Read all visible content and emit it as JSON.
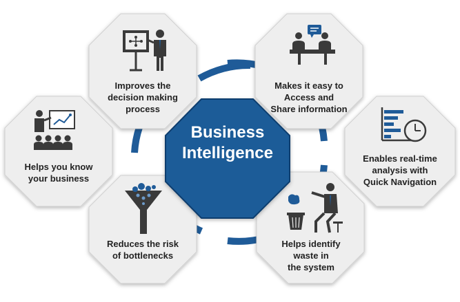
{
  "center": {
    "lines": [
      "Business",
      "Intelligence"
    ],
    "fill": "#1f5b98",
    "ring_color": "#1f5b98"
  },
  "nodes": [
    {
      "id": "decision",
      "lines": [
        "Improves the",
        "decision making",
        "process"
      ],
      "icon": "presenter-flipchart-icon"
    },
    {
      "id": "share",
      "lines": [
        "Makes it easy to",
        "Access and",
        "Share information"
      ],
      "icon": "meeting-chat-icon"
    },
    {
      "id": "know",
      "lines": [
        "Helps you know",
        "your business"
      ],
      "icon": "presentation-audience-icon"
    },
    {
      "id": "realtime",
      "lines": [
        "Enables real-time",
        "analysis with",
        "Quick Navigation"
      ],
      "icon": "chart-clock-icon"
    },
    {
      "id": "bottlenecks",
      "lines": [
        "Reduces the risk",
        "of bottlenecks"
      ],
      "icon": "funnel-icon"
    },
    {
      "id": "waste",
      "lines": [
        "Helps identify",
        "waste in",
        "the system"
      ],
      "icon": "person-trash-bin-icon"
    }
  ],
  "colors": {
    "octagon_fill": "#eeeeee",
    "octagon_stroke": "#d0d0d0",
    "icon_dark": "#3a3a3a",
    "icon_blue": "#1f5b98",
    "text": "#222222"
  }
}
